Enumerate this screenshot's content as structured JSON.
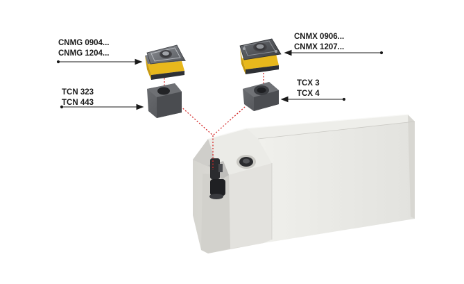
{
  "labels": {
    "cnmg_line1": "CNMG 0904...",
    "cnmg_line2": "CNMG 1204...",
    "tcn_line1": "TCN 323",
    "tcn_line2": "TCN 443",
    "cnmx_line1": "CNMX 0906...",
    "cnmx_line2": "CNMX 1207...",
    "tcx_line1": "TCX 3",
    "tcx_line2": "TCX 4"
  },
  "colors": {
    "insert_yellow": "#e8b81c",
    "insert_dark": "#3a3c40",
    "shim_gray": "#5a5c60",
    "holder_light": "#e6e6e2",
    "guide_red": "#d42a2a"
  },
  "icons": {
    "insert_left": "cnmg-insert-icon",
    "shim_left": "tcn-shim-icon",
    "insert_right": "cnmx-insert-icon",
    "shim_right": "tcx-shim-icon",
    "holder": "toolholder-icon"
  }
}
